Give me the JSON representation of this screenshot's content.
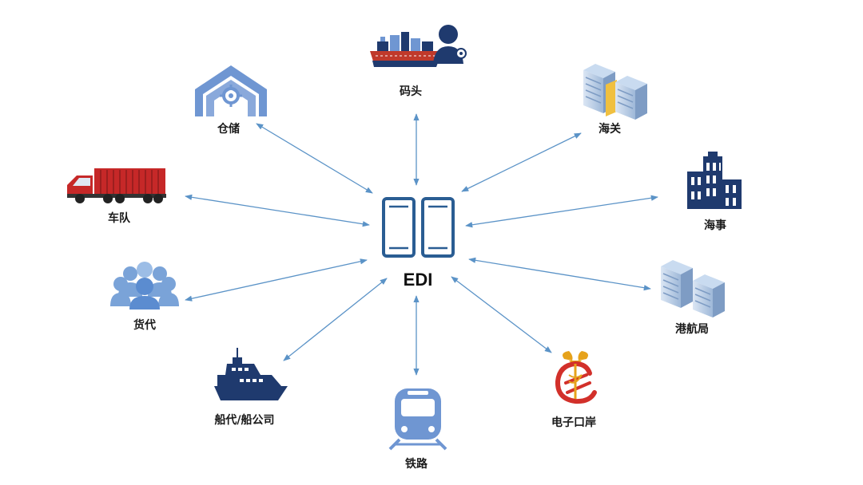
{
  "center": {
    "label": "EDI",
    "icon": "edi-documents-icon"
  },
  "nodes": {
    "wharf": {
      "label": "码头",
      "icon": "cargo-ship-with-person-icon"
    },
    "warehouse": {
      "label": "仓储",
      "icon": "warehouse-icon"
    },
    "customs": {
      "label": "海关",
      "icon": "server-buildings-icon"
    },
    "fleet": {
      "label": "车队",
      "icon": "container-truck-icon"
    },
    "maritime": {
      "label": "海事",
      "icon": "office-building-icon"
    },
    "forwarder": {
      "label": "货代",
      "icon": "people-group-icon"
    },
    "port_bureau": {
      "label": "港航局",
      "icon": "server-buildings-icon"
    },
    "shipping_agent": {
      "label": "船代/船公司",
      "icon": "ship-icon"
    },
    "railway": {
      "label": "铁路",
      "icon": "train-icon"
    },
    "e_port": {
      "label": "电子口岸",
      "icon": "e-port-emblem-icon"
    }
  },
  "colors": {
    "connector": "#5b93c7",
    "icon_navy": "#1f3a6e",
    "icon_blue": "#6f96d2",
    "icon_lightblue": "#4a80c4",
    "truck_red": "#c62828",
    "emblem_red": "#d2302a",
    "emblem_gold": "#e6a21b",
    "text": "#1a1a1a"
  }
}
